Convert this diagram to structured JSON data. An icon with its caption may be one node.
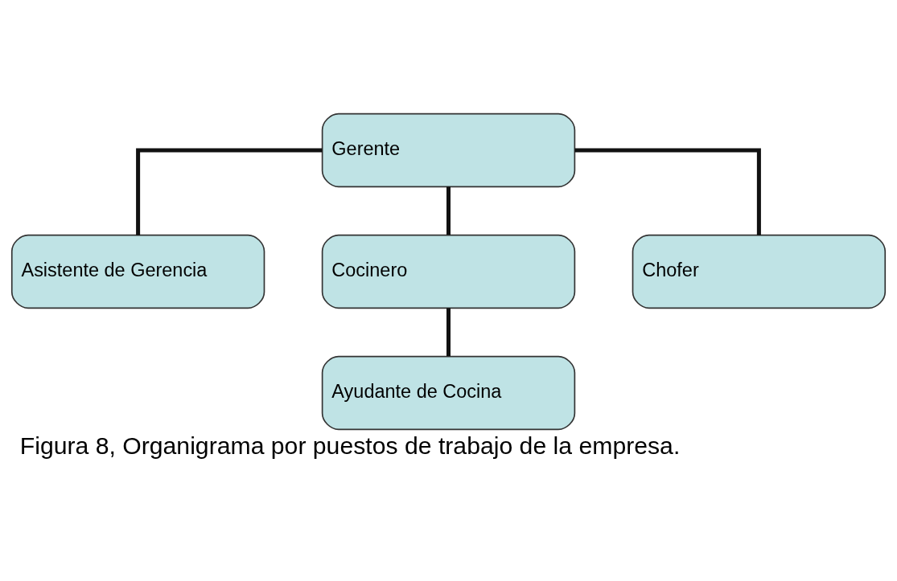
{
  "diagram": {
    "caption": "Figura 8, Organigrama por puestos de trabajo de la empresa.",
    "nodes": [
      {
        "text": [
          "Gerente"
        ]
      },
      {
        "text": [
          "Asistente de Gerencia"
        ]
      },
      {
        "text": [
          "Cocinero"
        ]
      },
      {
        "text": [
          "Ayudante de Cocina"
        ]
      },
      {
        "text": [
          "Chofer"
        ]
      }
    ],
    "edges": [
      {
        "from": 0,
        "to": 1,
        "arrow": "none"
      },
      {
        "from": 0,
        "to": 2,
        "arrow": "none"
      },
      {
        "from": 2,
        "to": 3,
        "arrow": "none"
      },
      {
        "from": 0,
        "to": 4,
        "arrow": "none"
      }
    ]
  }
}
